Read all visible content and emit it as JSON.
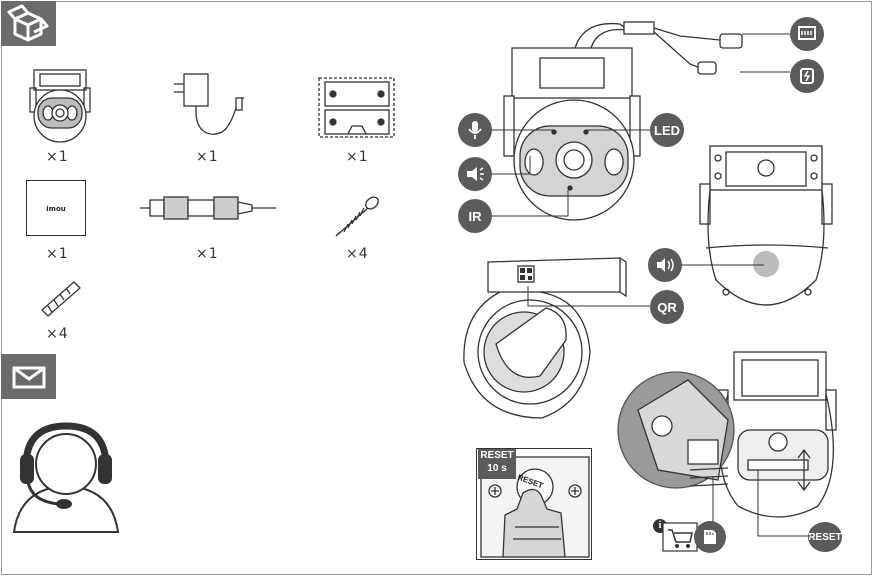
{
  "package_contents": {
    "quantities": {
      "camera": "×1",
      "power_adapter": "×1",
      "mounting_template": "×1",
      "quick_start_guide": "×1",
      "waterproof_kit": "×1",
      "screws": "×4",
      "anchors": "×4"
    },
    "guide_brand": "imou"
  },
  "labels": {
    "led": "LED",
    "ir": "IR",
    "qr": "QR",
    "reset": "RESET",
    "reset_box_title": "RESET",
    "reset_box_time": "10 s",
    "reset_button_text": "RESET"
  },
  "colors": {
    "tab_gray": "#6b6b6b",
    "badge_gray": "#5b5b5b",
    "line": "#333333",
    "shade": "#cfcfcf"
  },
  "icons": [
    "package-icon",
    "envelope-icon",
    "support-agent-icon",
    "microphone-icon",
    "speaker-icon",
    "loudspeaker-icon",
    "ethernet-icon",
    "power-icon",
    "cart-icon",
    "sd-card-icon",
    "info-icon"
  ]
}
